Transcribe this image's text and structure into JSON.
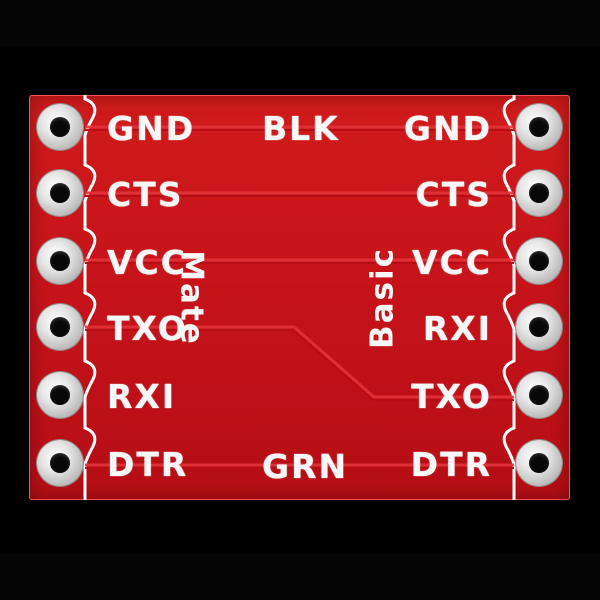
{
  "board": {
    "left_labels": [
      "GND",
      "CTS",
      "VCC",
      "TXO",
      "RXI",
      "DTR"
    ],
    "right_labels": [
      "GND",
      "CTS",
      "VCC",
      "RXI",
      "TXO",
      "DTR"
    ],
    "top_middle_label": "BLK",
    "bottom_middle_label": "GRN",
    "left_side_label": "Mate",
    "right_side_label": "Basic"
  },
  "colors": {
    "background": "#000000",
    "pcb_red": "#c4121a",
    "silkscreen": "#f7f7f7",
    "pad_silver": "#d9d9d9"
  }
}
